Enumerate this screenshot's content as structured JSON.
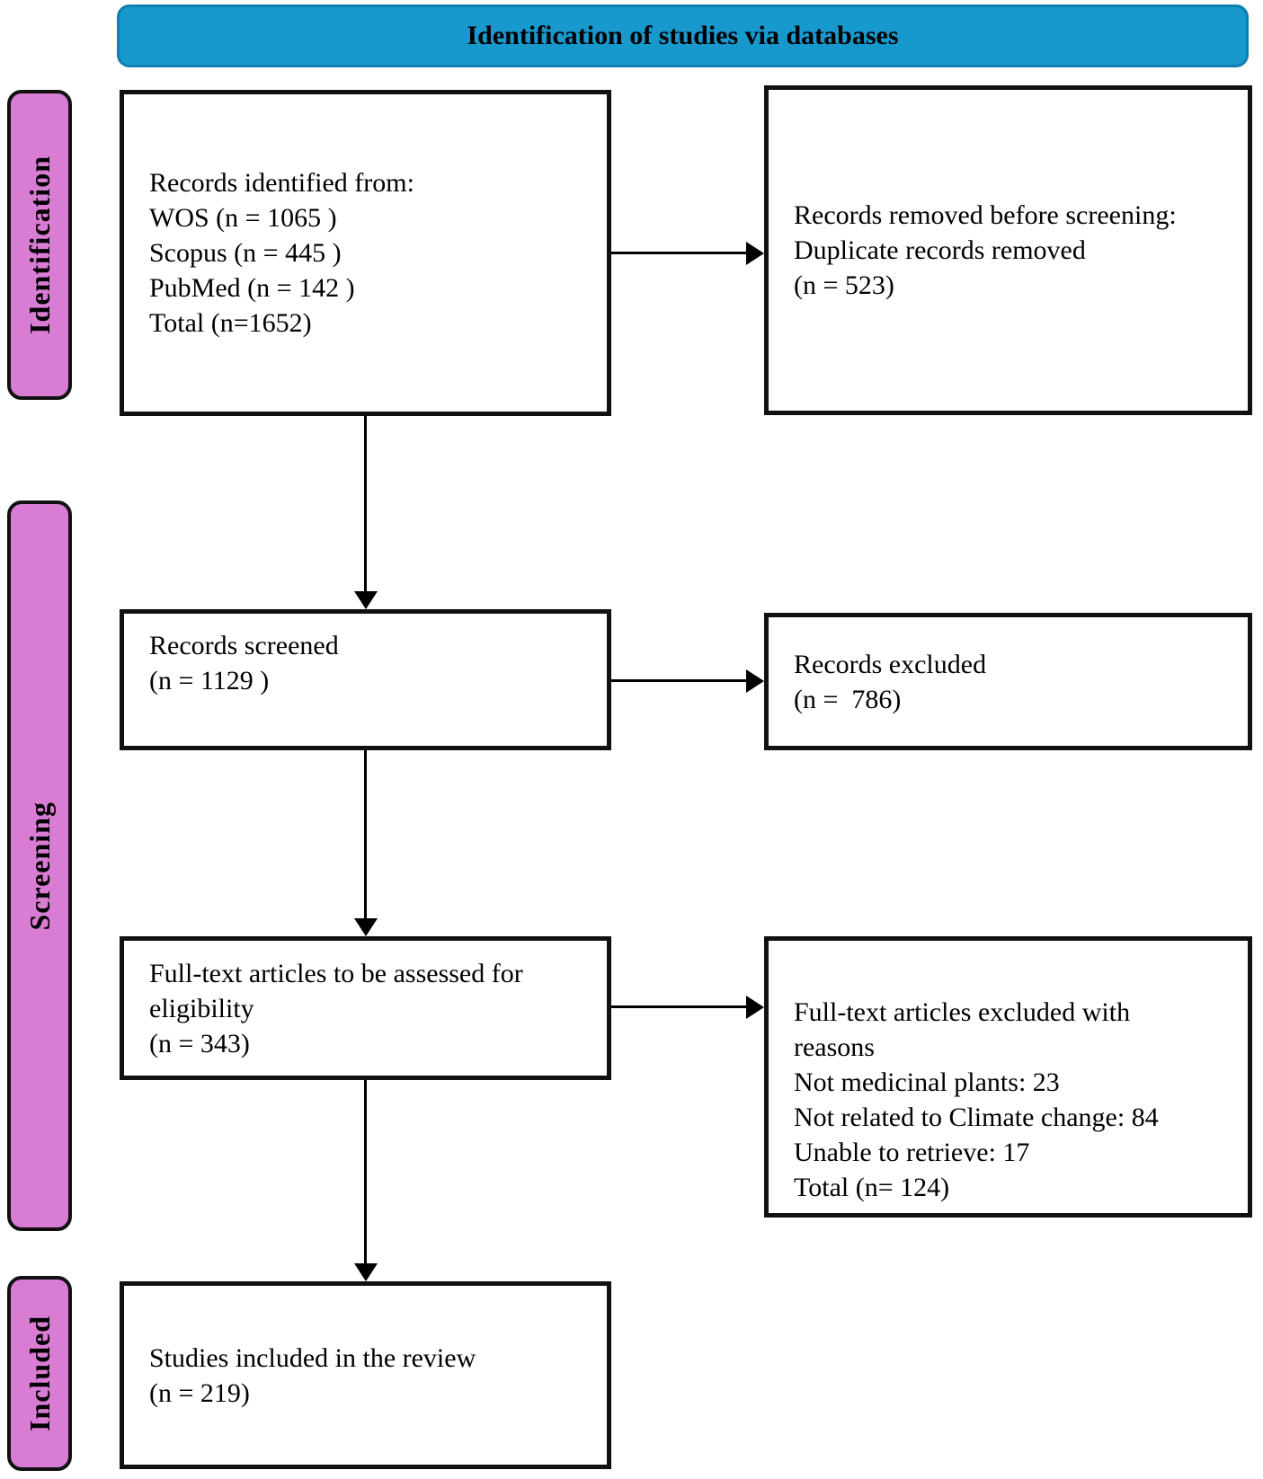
{
  "header": {
    "title": "Identification of studies via databases"
  },
  "colors": {
    "header_bg": "#1899CE",
    "header_border": "#0D7FB0",
    "stage_bg": "#D97DD4",
    "text": "#000000"
  },
  "stages": [
    {
      "label": "Identification"
    },
    {
      "label": "Screening"
    },
    {
      "label": "Included"
    }
  ],
  "boxes": {
    "records_identified": {
      "lines": [
        "Records identified from:",
        "WOS (n = 1065 )",
        "Scopus (n = 445 )",
        "PubMed (n = 142 )",
        "Total (n=1652)"
      ]
    },
    "records_removed": {
      "lines": [
        "Records removed before screening:",
        "Duplicate records removed",
        "(n = 523)"
      ]
    },
    "records_screened": {
      "lines": [
        "Records screened",
        "(n = 1129 )"
      ]
    },
    "records_excluded": {
      "lines": [
        "Records excluded",
        "(n =  786)"
      ]
    },
    "fulltext_assessed": {
      "lines": [
        "Full-text articles to be assessed for",
        "eligibility",
        "(n = 343)"
      ]
    },
    "fulltext_excluded": {
      "lines": [
        "Full-text articles excluded with",
        "reasons",
        "Not medicinal plants: 23",
        "Not related to Climate change: 84",
        "Unable to retrieve: 17",
        "Total (n= 124)"
      ]
    },
    "studies_included": {
      "lines": [
        "Studies included in the review",
        "(n = 219)"
      ]
    }
  }
}
